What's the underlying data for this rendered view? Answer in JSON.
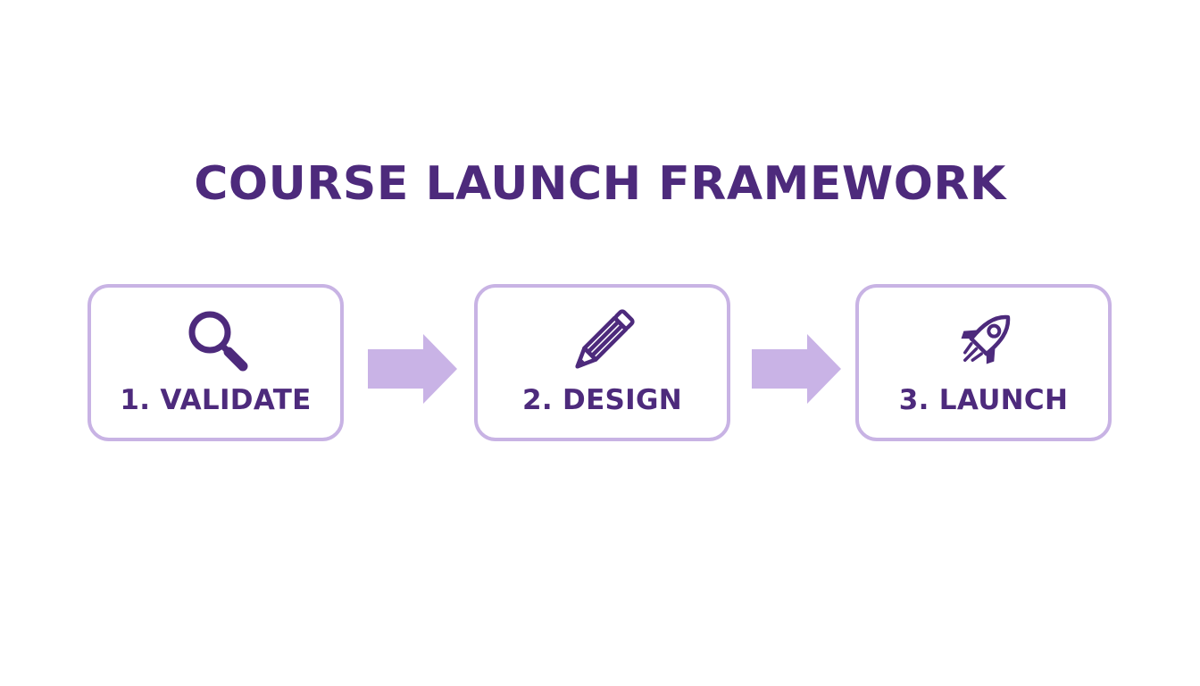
{
  "title": "COURSE LAUNCH FRAMEWORK",
  "colors": {
    "primary": "#4d2a7c",
    "box_border": "#c8b3e4",
    "arrow": "#c9b3e6",
    "background": "#ffffff"
  },
  "steps": [
    {
      "label": "1. VALIDATE",
      "icon": "magnifying-glass-icon"
    },
    {
      "label": "2. DESIGN",
      "icon": "pencil-icon"
    },
    {
      "label": "3. LAUNCH",
      "icon": "rocket-icon"
    }
  ],
  "connectors": [
    {
      "icon": "arrow-right-icon"
    },
    {
      "icon": "arrow-right-icon"
    }
  ]
}
